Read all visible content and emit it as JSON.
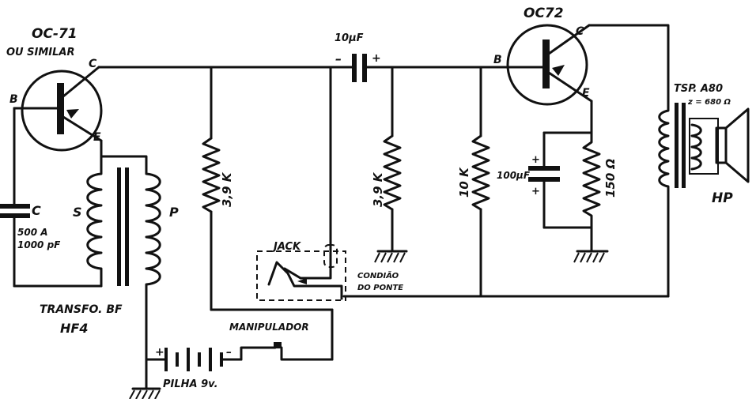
{
  "labels": {
    "q1_type": "OC-71",
    "q1_note": "OU SIMILAR",
    "q2_type": "OC72",
    "cap_c": "C",
    "cap_c_val1": "500 A",
    "cap_c_val2": "1000 pF",
    "transformer_s": "S",
    "transformer_p": "P",
    "transformer_name1": "TRANSFO. BF",
    "transformer_name2": "HF4",
    "r1": "3,9 K",
    "coupling_cap": "10µF",
    "r2": "3,9 K",
    "r3": "10 K",
    "emitter_cap": "100µF",
    "r4": "150 Ω",
    "jack": "JACK",
    "bridge1": "CONDIÃO",
    "bridge2": "DO PONTE",
    "key": "MANIPULADOR",
    "battery": "PILHA 9v.",
    "output_tr1": "TSP. A80",
    "output_tr2": "z = 680 Ω",
    "speaker": "HP",
    "pin_b1": "B",
    "pin_c1": "C",
    "pin_e1": "E",
    "pin_b2": "B",
    "pin_c2": "C",
    "pin_e2": "E",
    "minus1": "–",
    "plus1": "+",
    "plus2": "+",
    "plus_bat": "+",
    "minus_bat": "–"
  }
}
